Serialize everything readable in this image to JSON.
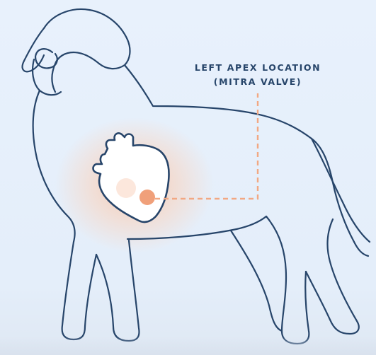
{
  "annotation": {
    "line1": "LEFT APEX LOCATION",
    "line2": "(MITRA VALVE)"
  },
  "colors": {
    "background": "#e6f0fb",
    "outline": "#27456a",
    "heart_fill": "#ffffff",
    "glow": "#f5c6aa",
    "apex_marker": "#f0a07a",
    "leader_line": "#f0a07a"
  },
  "icons": {
    "figure": "dog-outline",
    "organ": "heart-icon",
    "marker": "apex-dot"
  }
}
